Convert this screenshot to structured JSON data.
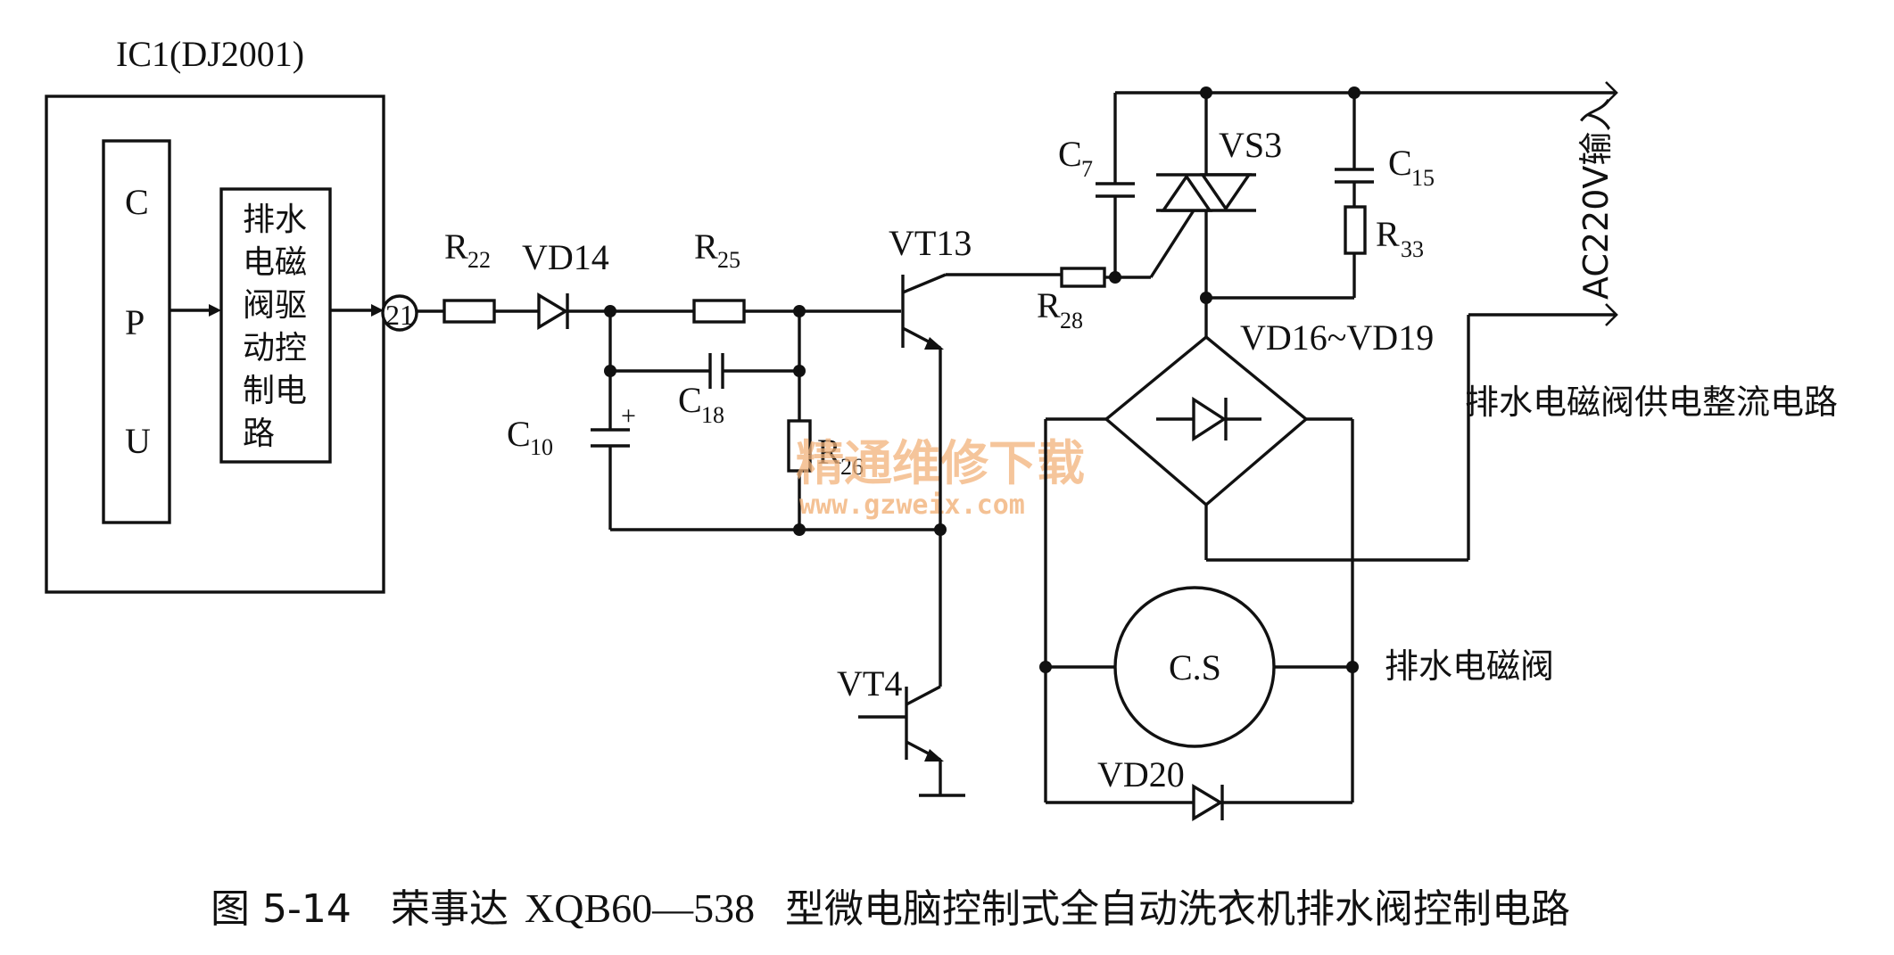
{
  "labels": {
    "ic1": "IC1(DJ2001)",
    "cpu_c": "C",
    "cpu_p": "P",
    "cpu_u": "U",
    "driver_lines": [
      "排水",
      "电磁",
      "阀驱",
      "动控",
      "制电",
      "路"
    ],
    "pin": "21",
    "r22": "R",
    "r22_sub": "22",
    "vd14": "VD14",
    "r25": "R",
    "r25_sub": "25",
    "vt13": "VT13",
    "c10": "C",
    "c10_sub": "10",
    "c10_plus": "+",
    "c18": "C",
    "c18_sub": "18",
    "r26": "R",
    "r26_sub": "26",
    "vt4": "VT4",
    "r28": "R",
    "r28_sub": "28",
    "c7": "C",
    "c7_sub": "7",
    "vs3": "VS3",
    "c15": "C",
    "c15_sub": "15",
    "r33": "R",
    "r33_sub": "33",
    "ac_input": "AC220V输入",
    "bridge": "VD16~VD19",
    "rectifier_desc": "排水电磁阀供电整流电路",
    "valve_coil": "C.S",
    "valve_desc": "排水电磁阀",
    "vd20": "VD20"
  },
  "watermark": {
    "cn": "精通维修下载",
    "url": "www.gzweix.com"
  },
  "caption": {
    "figure": "图 5-14",
    "title_prefix": "荣事达 ",
    "model": "XQB60—538",
    "title_suffix": " 型微电脑控制式全自动洗衣机排水阀控制电路"
  }
}
